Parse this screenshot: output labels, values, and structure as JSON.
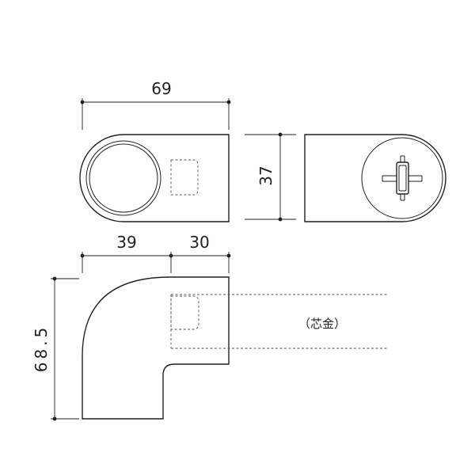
{
  "colors": {
    "line": "#231f20",
    "hidden_line": "#555555",
    "background": "#ffffff"
  },
  "dimensions": {
    "overall_width": "69",
    "height_side": "37",
    "segment_left": "39",
    "segment_right": "30",
    "overall_height": "68.5"
  },
  "notes": {
    "core_metal": "（芯金）"
  }
}
